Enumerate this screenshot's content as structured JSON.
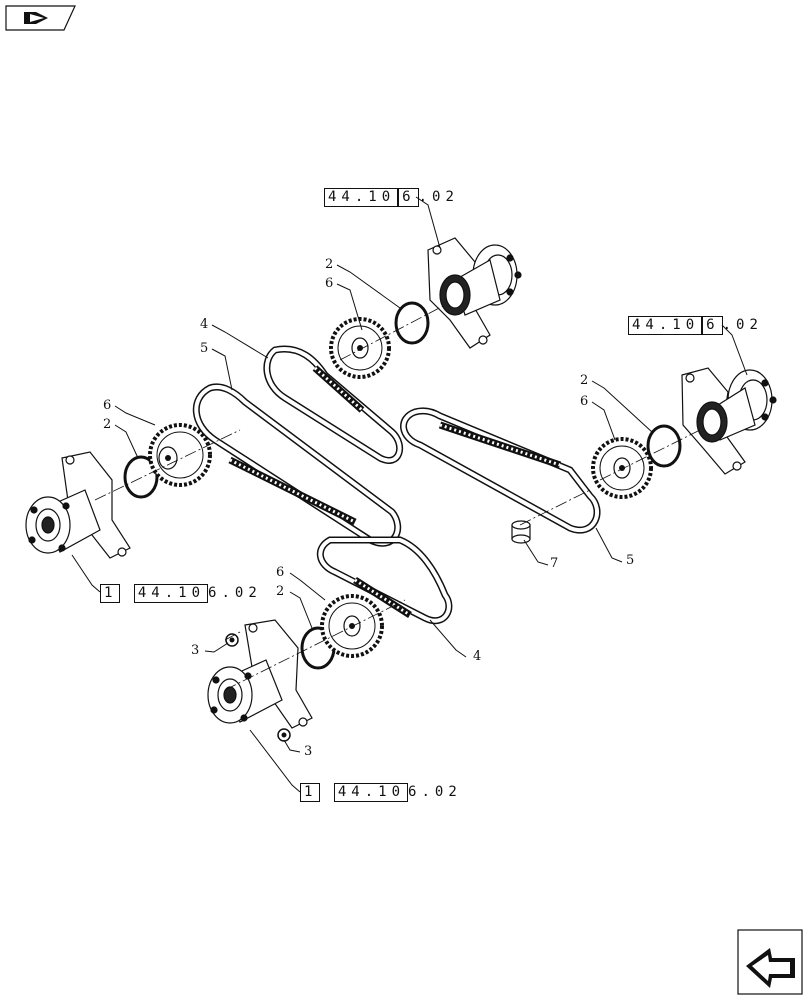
{
  "nav": {
    "top_left_icon": "book-icon",
    "bottom_right_icon": "arrow-back-icon"
  },
  "refs": {
    "top": {
      "a": "44.10",
      "b": "6",
      "c": ".02"
    },
    "right": {
      "a": "44.10",
      "b": "6",
      "c": ".02"
    },
    "left": {
      "num": "1",
      "a": "44.10",
      "b": "6.02"
    },
    "bottom": {
      "num": "1",
      "a": "44.10",
      "b": "6.02"
    }
  },
  "callouts": {
    "top_2": "2",
    "top_6": "6",
    "belt_4_top": "4",
    "belt_5_left": "5",
    "left_6": "6",
    "left_2": "2",
    "right_2": "2",
    "right_6": "6",
    "right_7": "7",
    "right_5": "5",
    "mid_6": "6",
    "mid_2": "2",
    "mid_4": "4",
    "bottom_3a": "3",
    "bottom_3b": "3"
  }
}
